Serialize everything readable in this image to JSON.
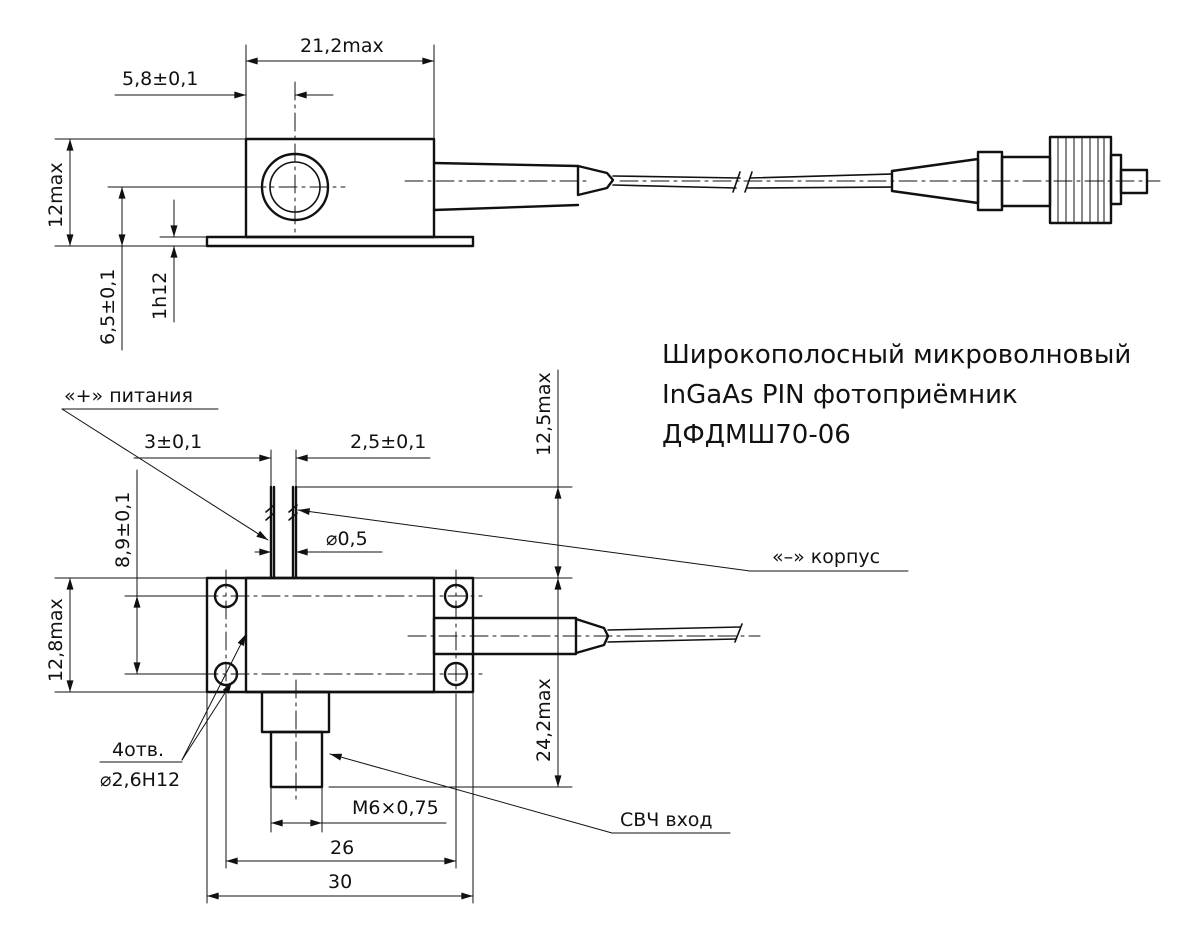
{
  "title_lines": [
    "Широкополосный микроволновый",
    "InGaAs PIN фотоприёмник",
    "ДФДМШ70-06"
  ],
  "dimensions": {
    "top_width": "21,2max",
    "top_offset": "5,8±0,1",
    "top_height": "12max",
    "axis_height": "6,5±0,1",
    "plate_thickness": "1h12",
    "pin_left": "3±0,1",
    "pin_right": "2,5±0,1",
    "pin_diameter": "⌀0,5",
    "pin_length": "8,9±0,1",
    "body_height": "12,8max",
    "pin_height_max": "12,5max",
    "body_depth_max": "24,2max",
    "thread": "M6×0,75",
    "hole_spacing": "26",
    "total_width": "30"
  },
  "callouts": {
    "plus_power": "«+» питания",
    "minus_case": "«–» корпус",
    "holes_count": "4отв.",
    "holes_diameter": "⌀2,6H12",
    "rf_input": "СВЧ вход"
  }
}
